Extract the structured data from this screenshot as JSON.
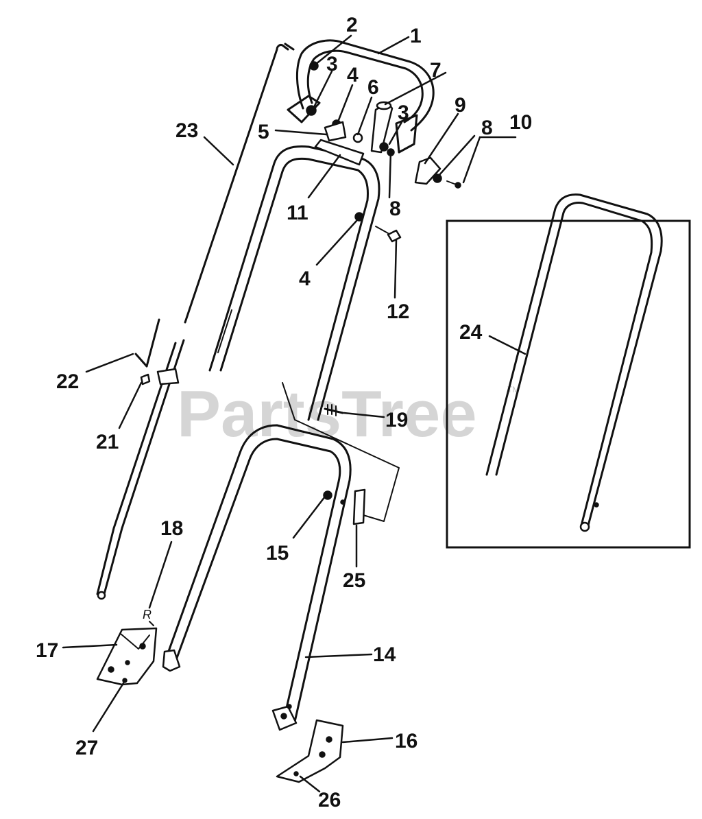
{
  "watermark": {
    "text": "PartsTree",
    "trademark": "TM"
  },
  "callouts": {
    "c1": "1",
    "c2": "2",
    "c3a": "3",
    "c4a": "4",
    "c5": "5",
    "c6": "6",
    "c7": "7",
    "c3b": "3",
    "c8a": "8",
    "c9": "9",
    "c8b": "8",
    "c10": "10",
    "c23": "23",
    "c11": "11",
    "c4b": "4",
    "c12": "12",
    "c22": "22",
    "c21": "21",
    "c24": "24",
    "c19": "19",
    "c18": "18",
    "c15": "15",
    "c25": "25",
    "c17": "17",
    "c14": "14",
    "c27": "27",
    "c16": "16",
    "c26": "26"
  },
  "handwritten_mark": "R"
}
